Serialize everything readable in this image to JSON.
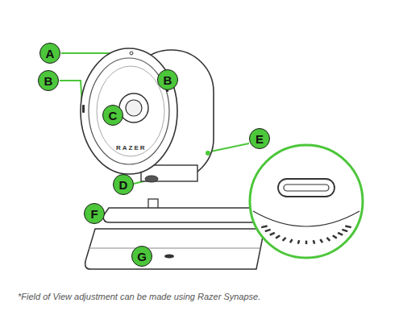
{
  "diagram": {
    "caption": "*Field of View adjustment can be made using Razer Synapse.",
    "labels": [
      "A",
      "B",
      "B",
      "C",
      "RAZER",
      "D",
      "E",
      "F",
      "G"
    ]
  }
}
